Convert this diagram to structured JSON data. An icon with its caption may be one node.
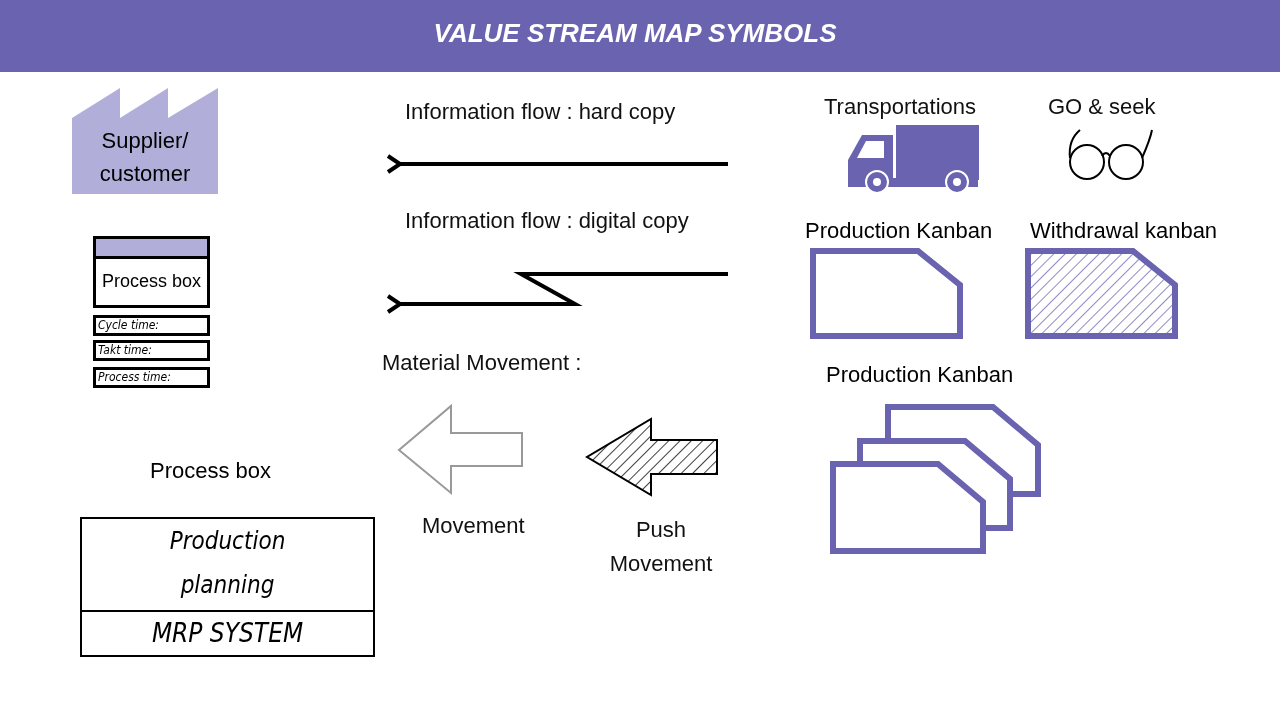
{
  "diagram": {
    "title": "VALUE STREAM MAP SYMBOLS",
    "nodes": [
      {
        "text": [
          "Supplier/ customer"
        ]
      },
      {
        "text": [
          "Process box"
        ]
      },
      {
        "text": [
          "Cycle time:"
        ]
      },
      {
        "text": [
          "Takt time:"
        ]
      },
      {
        "text": [
          "Process time:"
        ]
      },
      {
        "text": [
          "Process box",
          "Production planning",
          "MRP SYSTEM"
        ]
      },
      {
        "text": [
          "Production Kanban"
        ]
      },
      {
        "text": [
          "Withdrawal kanban"
        ]
      },
      {
        "text": [
          "Production Kanban"
        ]
      }
    ],
    "labels": [
      "Information flow : hard copy",
      "Transportations",
      "GO & seek",
      "Information flow : digital copy",
      "Material Movement :",
      "Movement",
      "Push Movement"
    ]
  }
}
